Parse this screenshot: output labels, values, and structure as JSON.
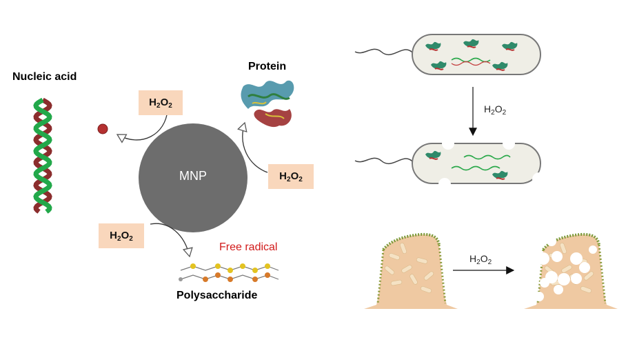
{
  "labels": {
    "nucleic_acid": "Nucleic acid",
    "protein": "Protein",
    "mnp": "MNP",
    "free_radical": "Free radical",
    "polysaccharide": "Polysaccharide"
  },
  "h2o2": {
    "main": "H",
    "sub1": "2",
    "mid": "O",
    "sub2": "2"
  },
  "colors": {
    "mnp": "#6d6d6d",
    "peach_box": "#f9d7bc",
    "helix_green": "#22a84a",
    "helix_red": "#8b2d2d",
    "free_radical_text": "#d11a1a",
    "bacteria_fill": "#efeee6",
    "tissue_fill": "#efc9a2"
  }
}
